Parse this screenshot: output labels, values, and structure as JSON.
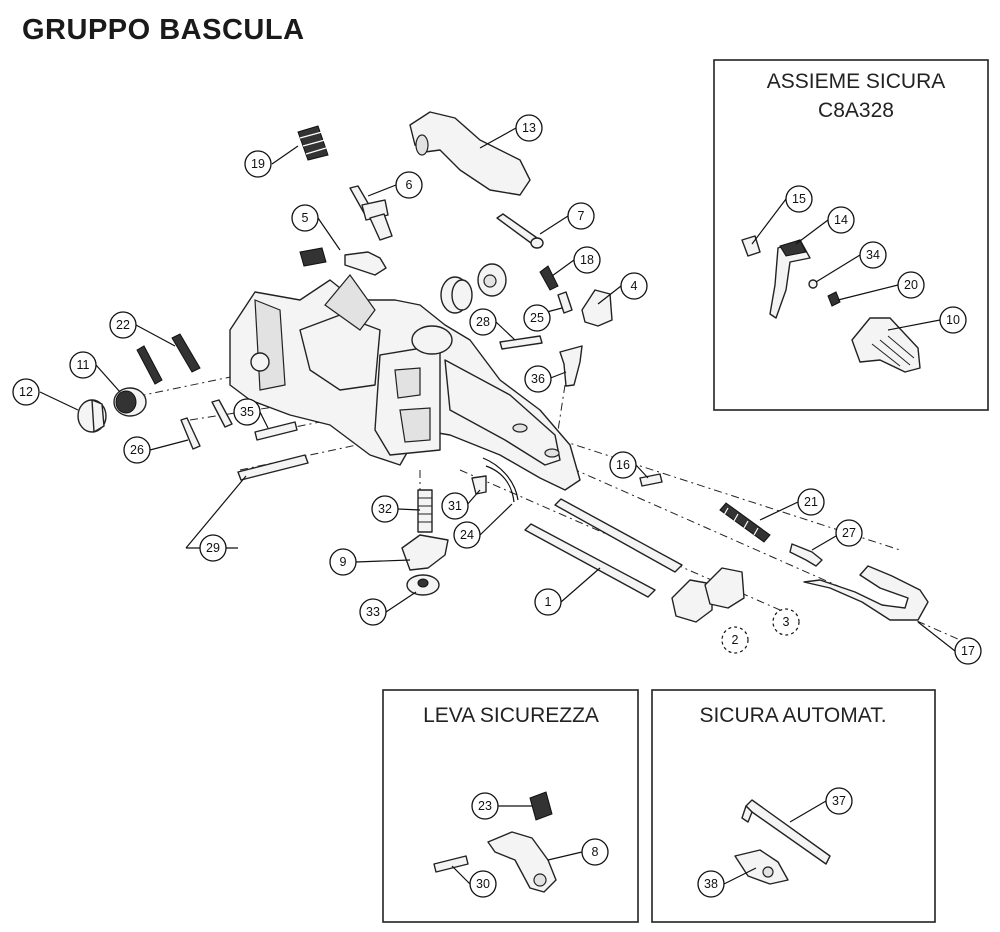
{
  "title": "GRUPPO BASCULA",
  "insets": [
    {
      "id": "assieme",
      "title_lines": [
        "ASSIEME SICURA",
        "C8A328"
      ]
    },
    {
      "id": "leva",
      "title_lines": [
        "LEVA SICUREZZA"
      ]
    },
    {
      "id": "automat",
      "title_lines": [
        "SICURA AUTOMAT."
      ]
    }
  ],
  "callouts": [
    "1",
    "2",
    "3",
    "4",
    "5",
    "6",
    "7",
    "8",
    "9",
    "10",
    "11",
    "12",
    "13",
    "14",
    "15",
    "16",
    "17",
    "18",
    "19",
    "20",
    "21",
    "22",
    "23",
    "24",
    "25",
    "26",
    "27",
    "28",
    "29",
    "30",
    "31",
    "32",
    "33",
    "34",
    "35",
    "36",
    "37",
    "38"
  ]
}
